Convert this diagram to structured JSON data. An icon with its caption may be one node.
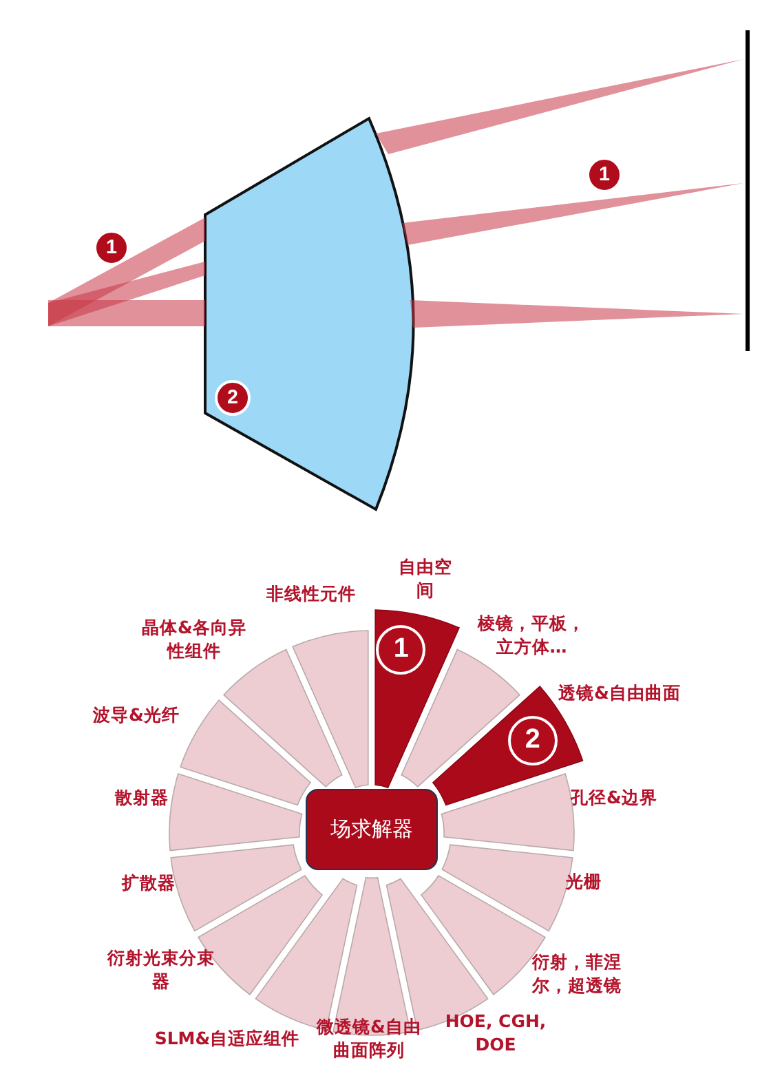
{
  "diagram": {
    "nodes": [
      {
        "text": [
          "2"
        ]
      },
      {
        "text": [
          "1"
        ],
        "beside": [
          "自由空间"
        ]
      },
      {
        "text": [],
        "shape": "wedge",
        "beside": [
          "棱镜，平板，立方体…"
        ]
      },
      {
        "text": [
          "2"
        ],
        "beside": [
          "透镜&自由曲面"
        ]
      },
      {
        "text": [],
        "shape": "wedge",
        "beside": [
          "孔径&边界"
        ]
      },
      {
        "text": [],
        "shape": "wedge",
        "beside": [
          "光栅"
        ]
      },
      {
        "text": [],
        "shape": "wedge",
        "beside": [
          "衍射，菲涅尔，超透镜"
        ]
      },
      {
        "text": [],
        "shape": "wedge",
        "beside": [
          "HOE, CGH, DOE"
        ]
      },
      {
        "text": [],
        "shape": "wedge",
        "beside": [
          "微透镜&自由曲面阵列"
        ]
      },
      {
        "text": [],
        "shape": "wedge",
        "beside": [
          "SLM&自适应组件"
        ]
      },
      {
        "text": [],
        "shape": "wedge",
        "beside": [
          "衍射光束分束器"
        ]
      },
      {
        "text": [],
        "shape": "wedge",
        "beside": [
          "扩散器"
        ]
      },
      {
        "text": [],
        "shape": "wedge",
        "beside": [
          "散射器"
        ]
      },
      {
        "text": [],
        "shape": "wedge",
        "beside": [
          "波导&光纤"
        ]
      },
      {
        "text": [],
        "shape": "wedge",
        "beside": [
          "晶体&各向异性组件"
        ]
      },
      {
        "text": [],
        "shape": "wedge",
        "beside": [
          "非线性元件"
        ]
      },
      {
        "text": [
          "场求解器"
        ]
      }
    ],
    "labels": [
      "1",
      "1"
    ]
  }
}
